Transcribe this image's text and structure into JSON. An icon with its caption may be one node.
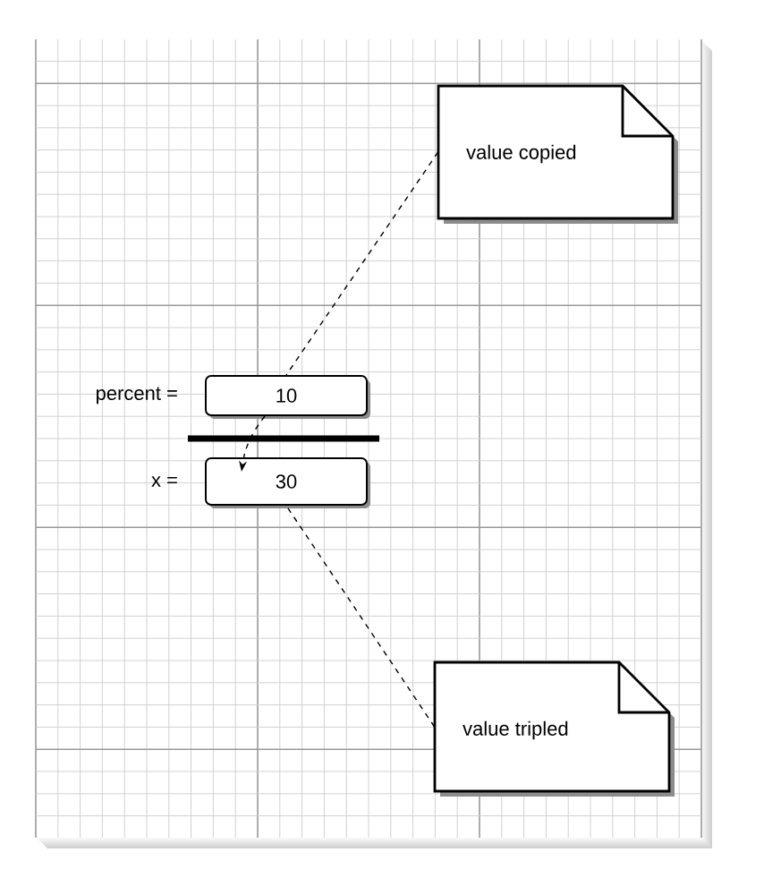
{
  "diagram": {
    "nodes": [
      {
        "text": [
          "value copied"
        ]
      },
      {
        "text": [
          "10"
        ],
        "beside": [
          "percent ="
        ]
      },
      {
        "text": [
          "30"
        ],
        "beside": [
          "x ="
        ]
      },
      {
        "text": [
          "value tripled"
        ]
      }
    ],
    "edges": [
      {
        "from": 0,
        "to": 1,
        "arrow": "none",
        "style": "dashed"
      },
      {
        "from": 1,
        "to": 2,
        "arrow": "to",
        "style": "dashed"
      },
      {
        "from": 3,
        "to": 2,
        "arrow": "none",
        "style": "dashed"
      }
    ]
  }
}
